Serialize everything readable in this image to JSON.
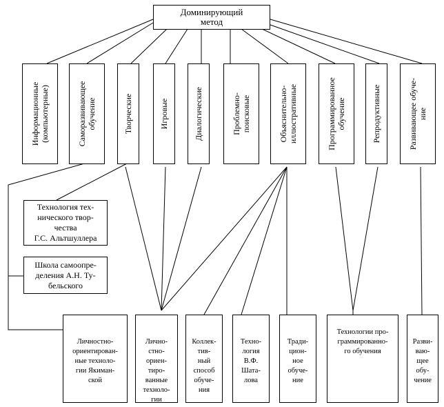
{
  "top": {
    "text": "Доминирующий\nметод"
  },
  "methods": [
    "Информационные\n(компьютерные)",
    "Саморазвивающее\nобучение",
    "Творческие",
    "Игровые",
    "Диалогические",
    "Проблемно-\nпоисковые",
    "Объяснительно-\nиллюстративные",
    "Программированное\nобучение",
    "Репродуктивные",
    "Развивающее обуче-\nние"
  ],
  "side": [
    "Технология тех-\nнического твор-\nчества\nГ.С. Альтшуллера",
    "Школа самоопре-\nделения А.Н. Ту-\nбельского"
  ],
  "bottom": [
    "Личностно-\nориентирован-\nные техноло-\nгии Якиман-\nской",
    "Лично-\nстно-\nориен-\nтиро-\nванные\nтехноло-\nгии",
    "Коллек-\nтив-\nный\nспособ\nобуче-\nния",
    "Техно-\nлогия\nВ.Ф.\nШата-\nлова",
    "Тради-\nцион-\nное\nобуче-\nние",
    "Технологии про-\nграммированно-\nго обучения",
    "Разви-\nваю-\nщее\nобу-\nчение"
  ]
}
